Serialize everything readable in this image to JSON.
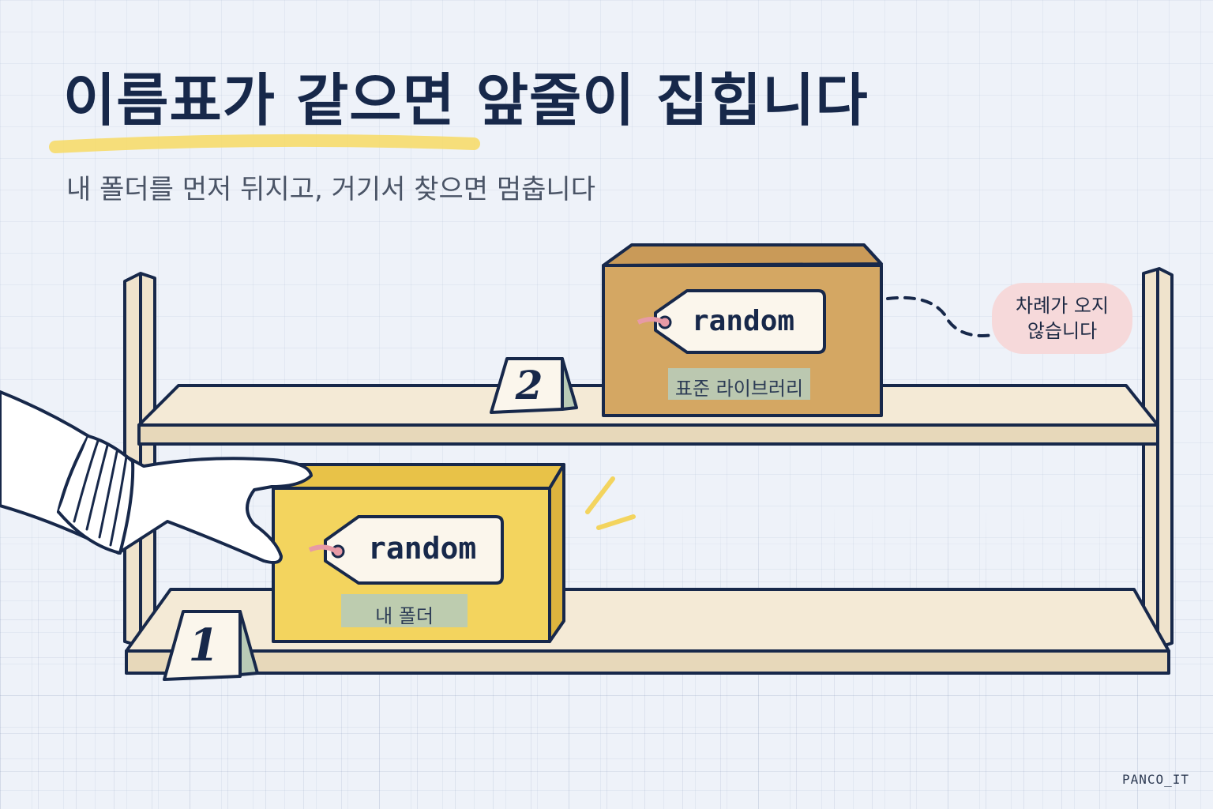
{
  "title": "이름표가 같으면 앞줄이 집힙니다",
  "subtitle": "내 폴더를 먼저 뒤지고, 거기서 찾으면 멈춥니다",
  "boxes": {
    "first": {
      "tag": "random",
      "label": "내 폴더",
      "order": "1",
      "color": "#f3d45e"
    },
    "second": {
      "tag": "random",
      "label": "표준 라이브러리",
      "order": "2",
      "color": "#d4a763"
    }
  },
  "note": {
    "line1": "차례가 오지",
    "line2": "않습니다"
  },
  "watermark": "PANCO_IT",
  "colors": {
    "ink": "#17284a",
    "highlight": "#f6dc6b",
    "wood": "#efe3cc",
    "tape": "#b9cbb6",
    "bubble": "#f6d9da",
    "tag_hole": "#e79aa6"
  }
}
